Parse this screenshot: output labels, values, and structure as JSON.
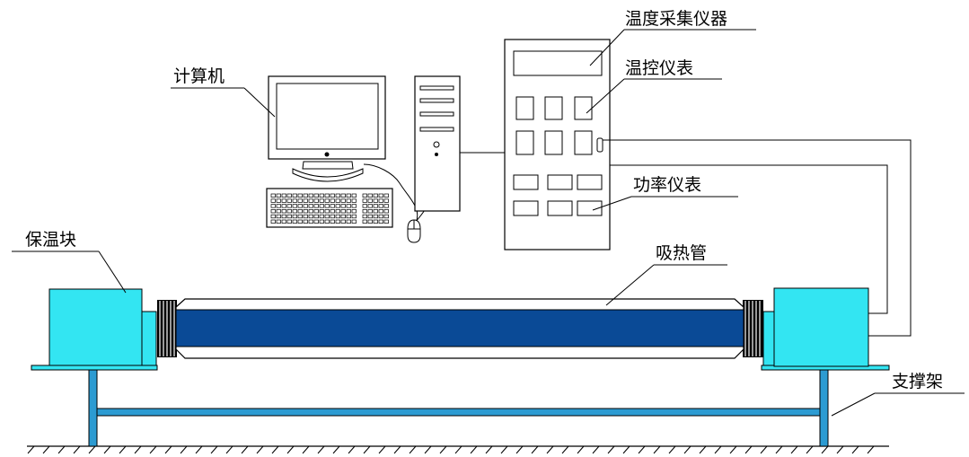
{
  "labels": {
    "temp_collector": "温度采集仪器",
    "temp_control_meter": "温控仪表",
    "computer": "计算机",
    "power_meter": "功率仪表",
    "insulation_block": "保温块",
    "heat_absorbing_tube": "吸热管",
    "support_frame": "支撑架"
  },
  "colors": {
    "line": "#000000",
    "insulation_block": "#33e5f2",
    "tube_inner": "#0a4a96",
    "support_frame": "#2c9bd2",
    "background": "#ffffff"
  },
  "icons": {
    "computer": "desktop-computer-icon",
    "mouse": "mouse-icon",
    "keyboard": "keyboard-icon"
  }
}
